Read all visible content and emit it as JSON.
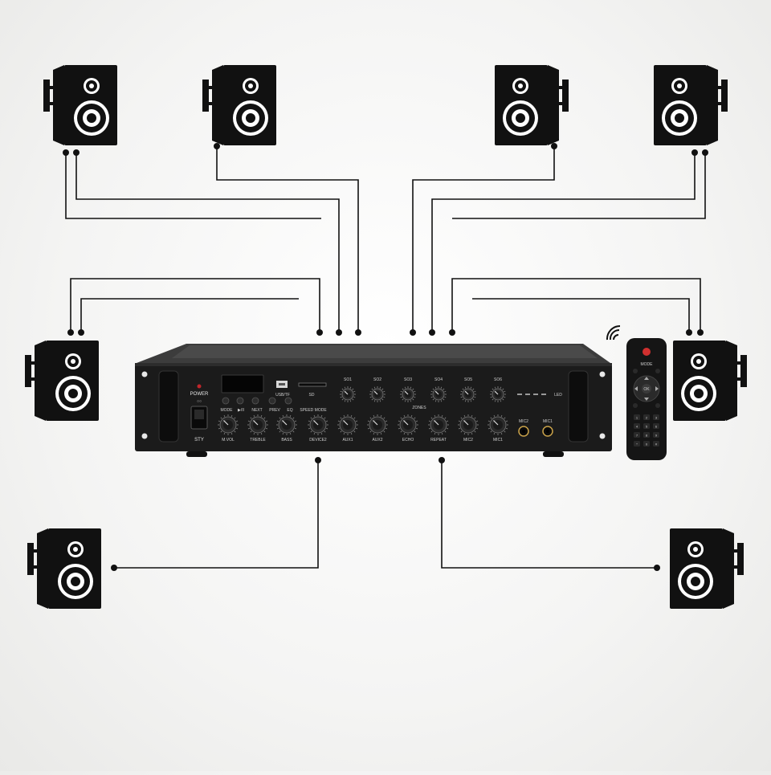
{
  "amplifier": {
    "power_label": "POWER",
    "usb_label": "USB/TF",
    "sd_label": "SD",
    "zone_labels": [
      "SO1",
      "SO2",
      "SO3",
      "SO4",
      "SO5",
      "SO6"
    ],
    "zone_all_label": "ZONES",
    "function_labels": [
      "MODE",
      "▶/II",
      "NEXT",
      "PREV",
      "EQ",
      "SPEED MODE"
    ],
    "rotary_labels": [
      "M.VOL",
      "TREBLE",
      "BASS",
      "DEVICE2",
      "AUX1",
      "AUX2",
      "ECHO",
      "REPEAT",
      "MIC2",
      "MIC1"
    ],
    "mic_labels": [
      "MIC2",
      "MIC1"
    ],
    "meter_label": "LED",
    "standby_label": "STY"
  },
  "remote": {
    "power_icon": "power-icon",
    "ok_label": "OK",
    "signal_icon": "wireless-signal-icon",
    "keypad": [
      "1",
      "2",
      "3",
      "4",
      "5",
      "6",
      "7",
      "8",
      "9",
      "*",
      "0",
      "#"
    ]
  },
  "colors": {
    "amp_body": "#1b1b1b",
    "wire": "#111111",
    "power_led": "#c0262b",
    "remote_power": "#d0302f"
  }
}
